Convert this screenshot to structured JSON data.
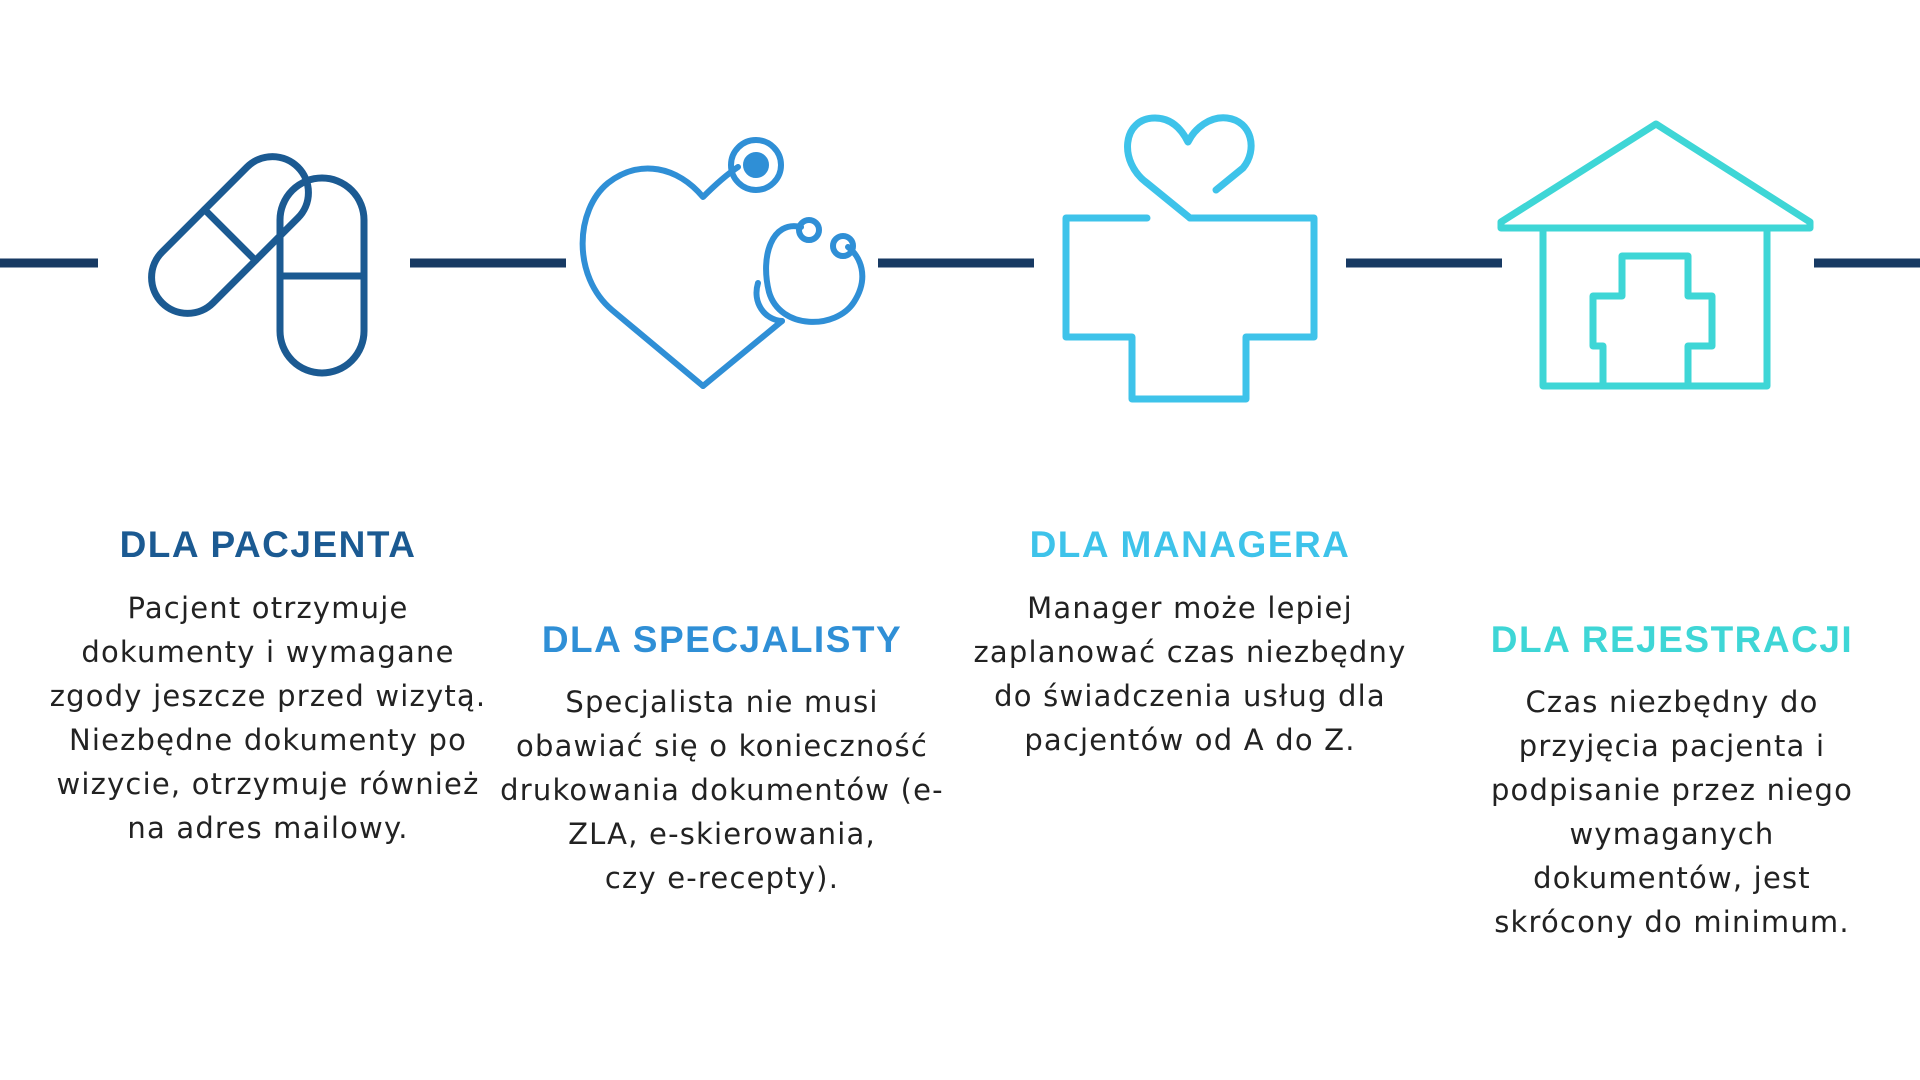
{
  "columns": [
    {
      "title": "DLA PACJENTA",
      "color": "#1b5a92",
      "icon": "pills-icon",
      "lines": [
        "Pacjent otrzymuje",
        "dokumenty i wymagane",
        "zgody jeszcze przed wizytą.",
        "Niezbędne dokumenty po",
        "wizycie, otrzymuje również",
        "na adres mailowy."
      ]
    },
    {
      "title": "DLA SPECJALISTY",
      "color": "#2f8fd6",
      "icon": "heart-stethoscope-icon",
      "lines": [
        "Specjalista nie musi",
        "obawiać się o konieczność",
        "drukowania dokumentów (e-",
        "ZLA, e-skierowania,",
        "czy e-recepty)."
      ]
    },
    {
      "title": "DLA MANAGERA",
      "color": "#3ec3ea",
      "icon": "medical-cross-heart-icon",
      "lines": [
        "Manager może lepiej",
        "zaplanować czas niezbędny",
        "do świadczenia usług dla",
        "pacjentów od A do Z."
      ]
    },
    {
      "title": "DLA REJESTRACJI",
      "color": "#3ed6d6",
      "icon": "house-cross-icon",
      "lines": [
        "Czas niezbędny do",
        "przyjęcia pacjenta i",
        "podpisanie przez niego",
        "wymaganych",
        "dokumentów, jest",
        "skrócony do minimum."
      ]
    }
  ],
  "connector_color": "#173a63"
}
